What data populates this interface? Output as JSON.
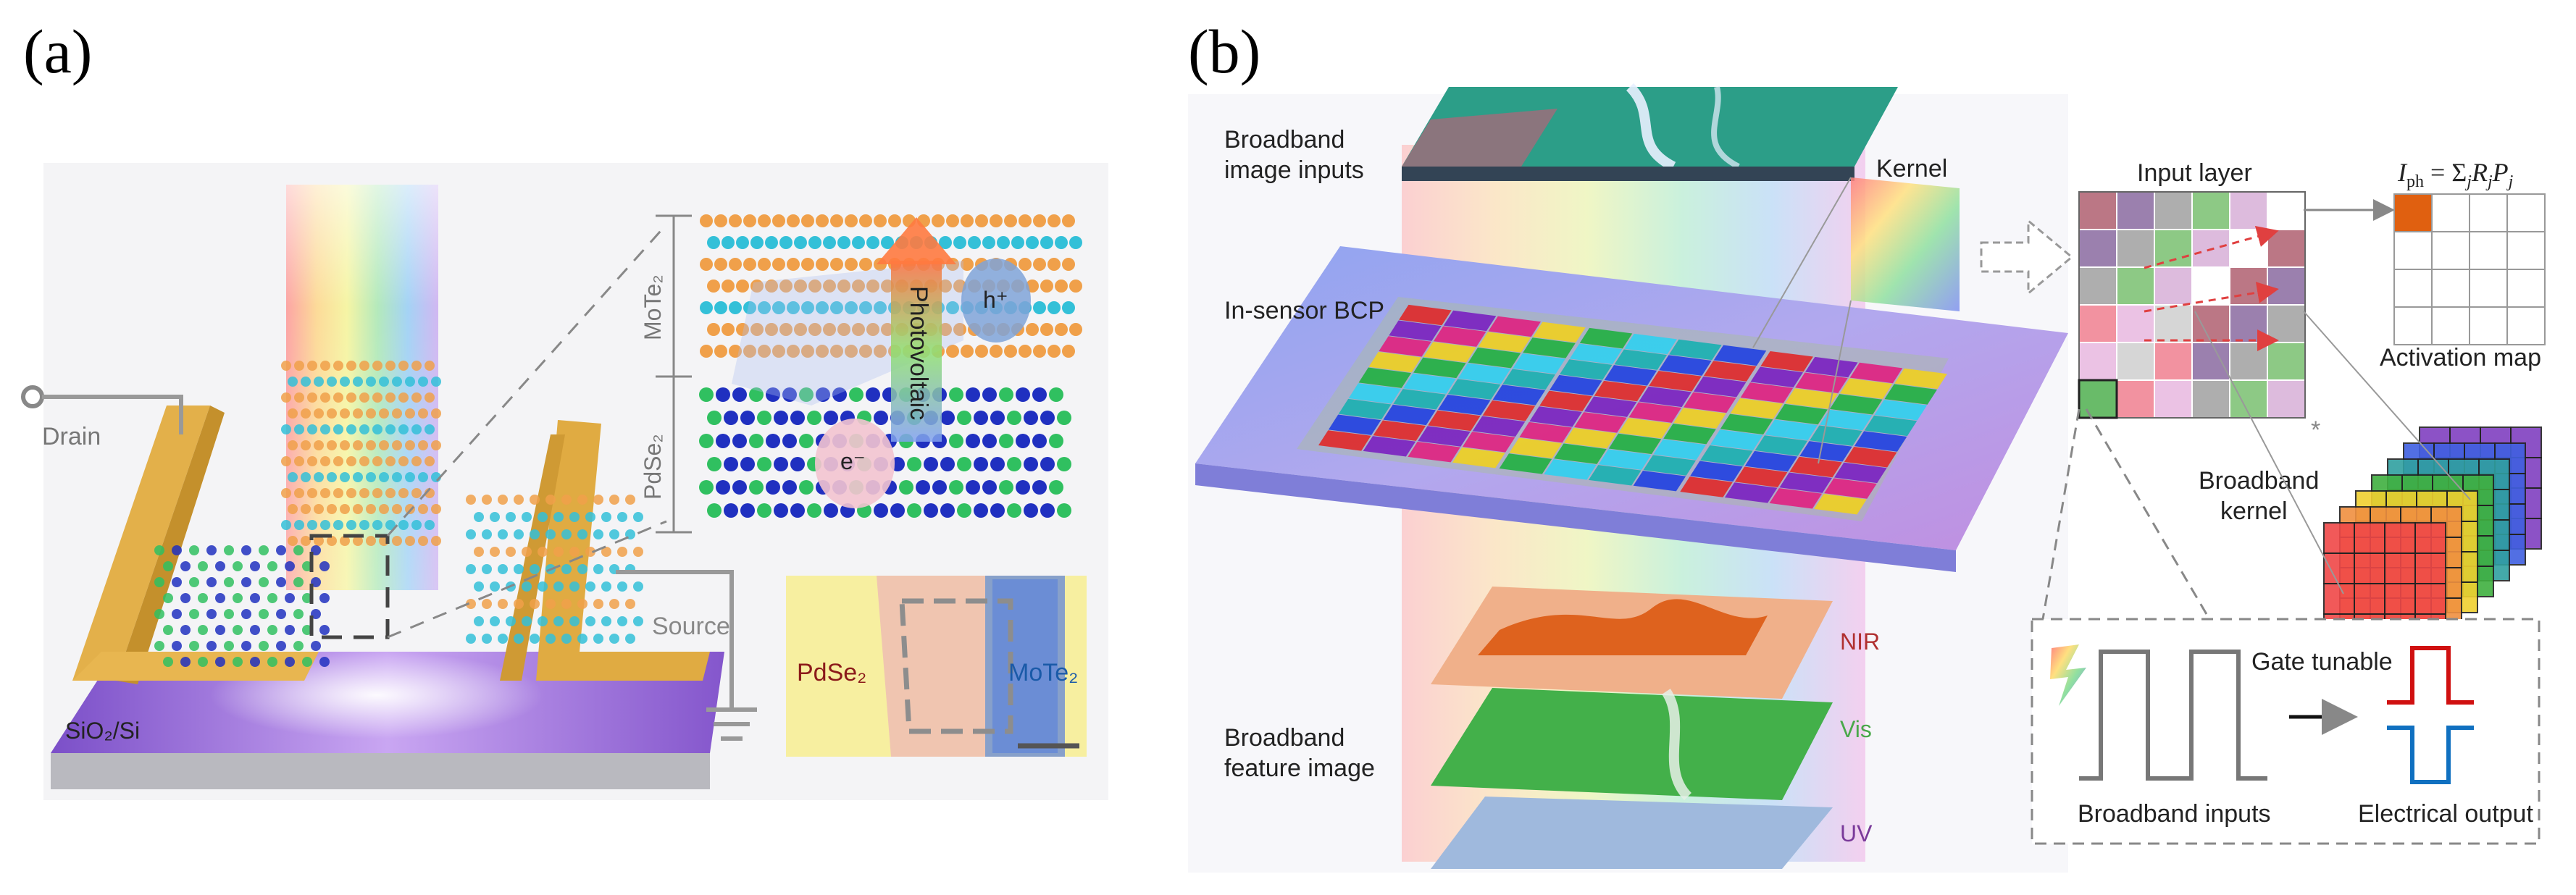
{
  "panel_a": {
    "label": "(a)",
    "drain": "Drain",
    "source": "Source",
    "substrate": "SiO₂/Si",
    "mote2_axis": "MoTe₂",
    "pdse2_axis": "PdSe₂",
    "photovoltaic": "Photovoltaic",
    "hole": "h⁺",
    "electron": "e⁻",
    "inset_pdse2": "PdSe₂",
    "inset_mote2": "MoTe₂"
  },
  "panel_b": {
    "label": "(b)",
    "broadband_image_inputs_1": "Broadband",
    "broadband_image_inputs_2": "image inputs",
    "in_sensor_bcp": "In-sensor BCP",
    "kernel": "Kernel",
    "input_layer": "Input layer",
    "equation": "I_ph = Σ_j R_j P_j",
    "activation_map": "Activation map",
    "broadband_kernel_1": "Broadband",
    "broadband_kernel_2": "kernel",
    "star": "*",
    "nir": "NIR",
    "vis": "Vis",
    "uv": "UV",
    "broadband_feature_image_1": "Broadband",
    "broadband_feature_image_2": "feature image",
    "gate_tunable": "Gate tunable",
    "broadband_inputs": "Broadband inputs",
    "electrical_output": "Electrical output"
  },
  "colors": {
    "gold": "#d9a43a",
    "substrate_purple": "#8f5fd0",
    "mote2_orange": "#f0a04a",
    "mote2_cyan": "#33c0d8",
    "pdse2_blue": "#2030c0",
    "pdse2_green": "#30c060",
    "nir_red": "#b03030",
    "vis_green": "#4aa84a",
    "uv_purple": "#7a3a9a",
    "activation_orange": "#e06010",
    "output_red": "#d01010",
    "output_blue": "#1070c0"
  }
}
